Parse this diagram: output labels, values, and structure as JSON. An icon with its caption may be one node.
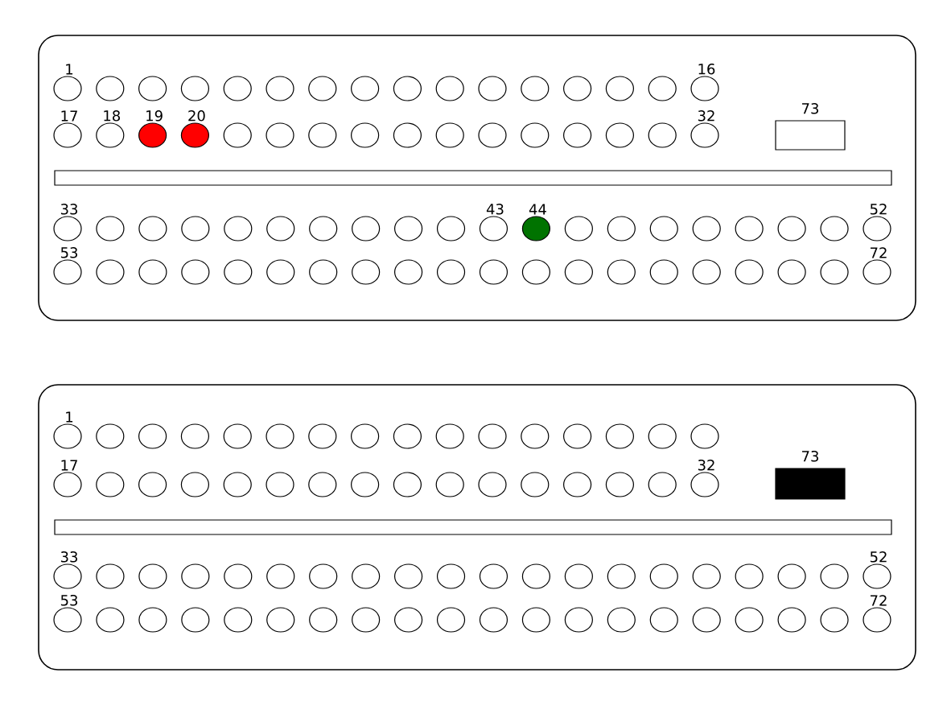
{
  "diagram": {
    "nodes": [
      {
        "text": [],
        "shape": "box"
      },
      {
        "text": [
          "73"
        ],
        "in": 0
      },
      {
        "text": [],
        "shape": "box"
      },
      {
        "text": [
          "73"
        ],
        "in": 2
      }
    ],
    "labels": [
      "1",
      "16",
      "17",
      "18",
      "19",
      "20",
      "32",
      "33",
      "43",
      "44",
      "52",
      "53",
      "72",
      "1",
      "17",
      "32",
      "33",
      "52",
      "53",
      "72"
    ]
  }
}
